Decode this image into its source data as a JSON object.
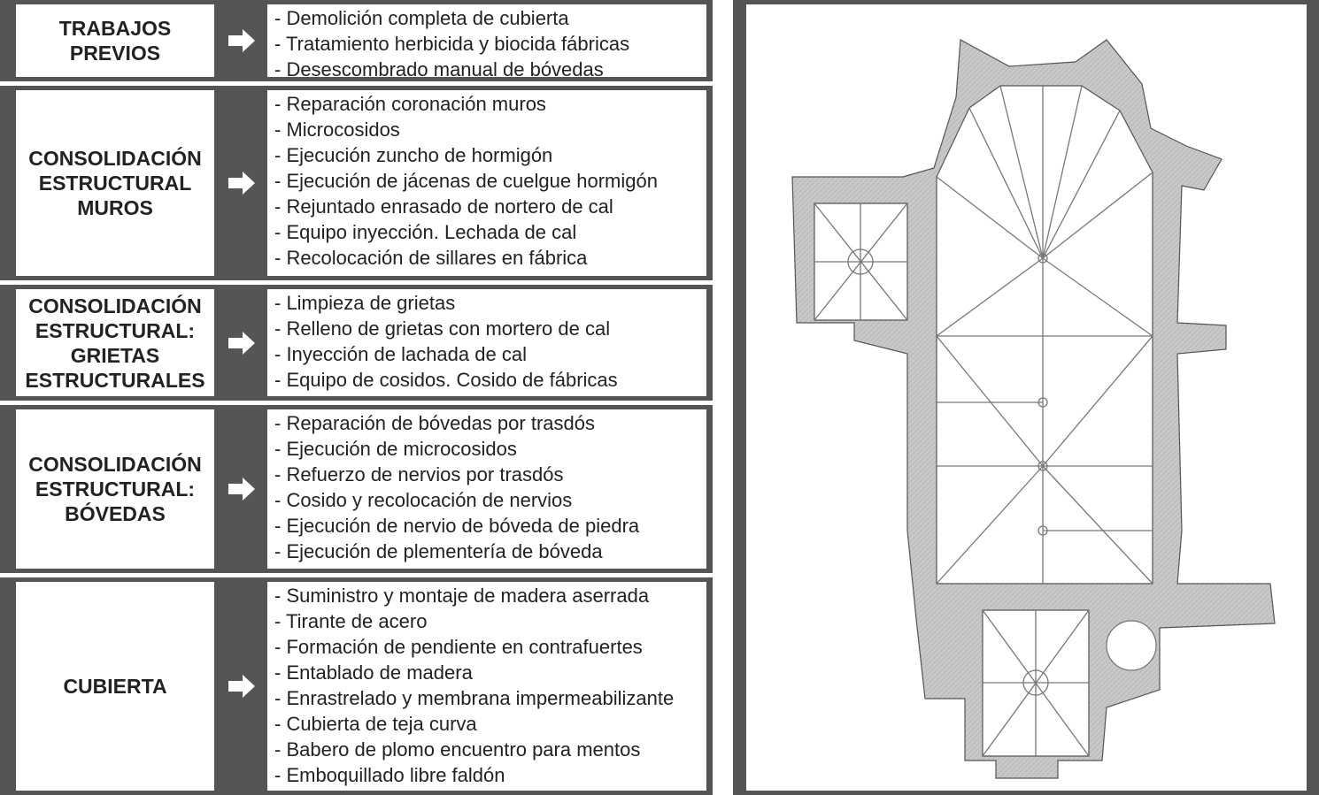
{
  "sections": [
    {
      "title": "TRABAJOS\nPREVIOS",
      "items": [
        "- Demolición completa de cubierta",
        "- Tratamiento herbicida y biocida fábricas",
        "- Desescombrado manual de bóvedas"
      ]
    },
    {
      "title": "CONSOLIDACIÓN\nESTRUCTURAL\nMUROS",
      "items": [
        "- Reparación coronación muros",
        "- Microcosidos",
        "- Ejecución zuncho de hormigón",
        "- Ejecución de jácenas de cuelgue hormigón",
        "- Rejuntado enrasado de nortero de cal",
        "- Equipo inyección. Lechada de cal",
        "- Recolocación de sillares en fábrica"
      ]
    },
    {
      "title": "CONSOLIDACIÓN\nESTRUCTURAL:\nGRIETAS\nESTRUCTURALES",
      "items": [
        "- Limpieza de grietas",
        "- Relleno de grietas con mortero de cal",
        "- Inyección de lachada de cal",
        "- Equipo de cosidos. Cosido de fábricas"
      ]
    },
    {
      "title": "CONSOLIDACIÓN\nESTRUCTURAL:\nBÓVEDAS",
      "items": [
        "- Reparación de bóvedas por trasdós",
        "- Ejecución de microcosidos",
        "- Refuerzo de nervios por trasdós",
        "- Cosido y recolocación de nervios",
        "- Ejecución de nervio de bóveda de piedra",
        "- Ejecución de plementería de bóveda"
      ]
    },
    {
      "title": "CUBIERTA",
      "items": [
        "- Suministro y montaje de madera aserrada",
        "- Tirante de acero",
        "- Formación de pendiente en contrafuertes",
        "- Entablado de madera",
        "- Enrastrelado y membrana impermeabilizante",
        "- Cubierta de teja curva",
        "- Babero de plomo encuentro para mentos",
        "- Emboquillado libre faldón"
      ]
    }
  ],
  "colors": {
    "panel": "#555555",
    "wall": "#c4c4c4"
  }
}
